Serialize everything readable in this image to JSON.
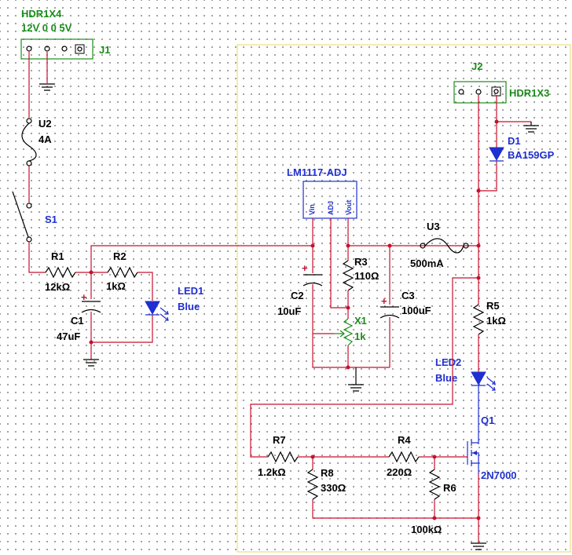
{
  "j1": {
    "model": "HDR1X4",
    "pins": "12V 0 0 5V",
    "ref": "J1"
  },
  "j2": {
    "ref": "J2",
    "model": "HDR1X3"
  },
  "u2": {
    "ref": "U2",
    "value": "4A"
  },
  "s1": {
    "ref": "S1"
  },
  "r1": {
    "ref": "R1",
    "value": "12kΩ"
  },
  "r2": {
    "ref": "R2",
    "value": "1kΩ"
  },
  "c1": {
    "ref": "C1",
    "value": "47uF"
  },
  "led1": {
    "ref": "LED1",
    "color": "Blue"
  },
  "reg": {
    "model": "LM1117-ADJ",
    "pin_vin": "Vin",
    "pin_adj": "ADJ",
    "pin_vout": "Vout"
  },
  "c2": {
    "ref": "C2",
    "value": "10uF"
  },
  "r3": {
    "ref": "R3",
    "value": "110Ω"
  },
  "x1": {
    "ref": "X1",
    "value": "1k"
  },
  "c3": {
    "ref": "C3",
    "value": "100uF"
  },
  "u3": {
    "ref": "U3",
    "value": "500mA"
  },
  "d1": {
    "ref": "D1",
    "model": "BA159GP"
  },
  "r5": {
    "ref": "R5",
    "value": "1kΩ"
  },
  "led2": {
    "ref": "LED2",
    "color": "Blue"
  },
  "q1": {
    "ref": "Q1",
    "model": "2N7000"
  },
  "r7": {
    "ref": "R7",
    "value": "1.2kΩ"
  },
  "r8": {
    "ref": "R8",
    "value": "330Ω"
  },
  "r4": {
    "ref": "R4",
    "value": "220Ω"
  },
  "r6": {
    "ref": "R6",
    "value": "100kΩ"
  },
  "plus": "+",
  "colors": {
    "wire": "#c8102e",
    "wire_blue": "#1f2fd1",
    "label_green": "#1a8c1a",
    "label_blue": "#1f2fd1",
    "box_outline": "#e8e080"
  }
}
